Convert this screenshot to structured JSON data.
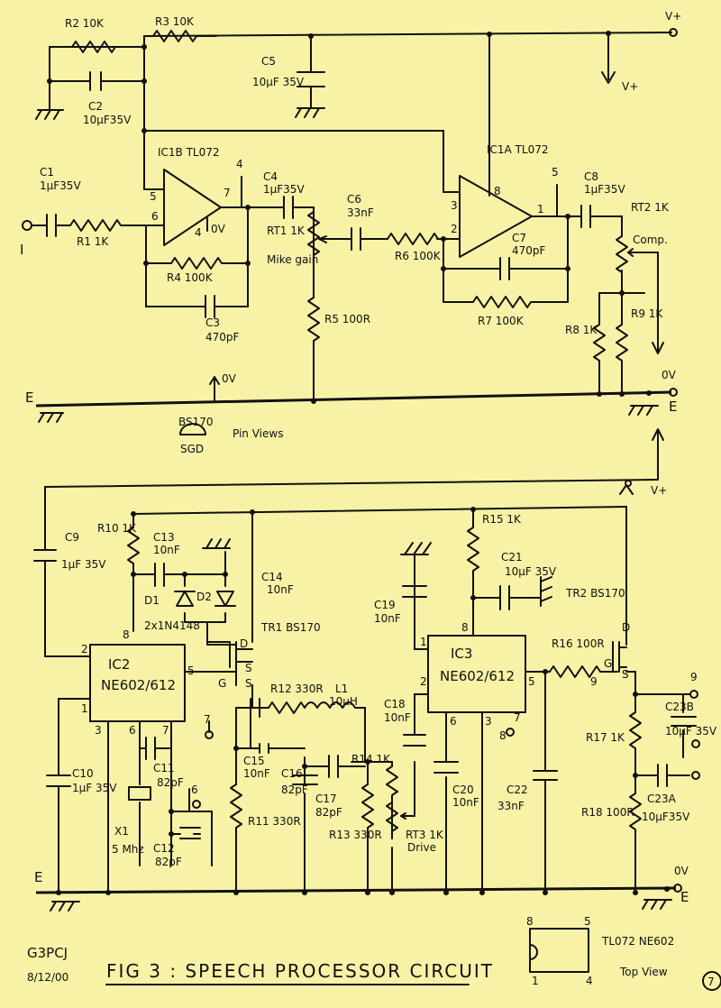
{
  "rails": {
    "vplus": "V+",
    "ground": "E",
    "zero_v": "0V"
  },
  "top_section": {
    "input_label": "I",
    "c1": "C1",
    "c1_value": "1μF35V",
    "r1": "R1 1K",
    "r2": "R2 10K",
    "r3": "R3 10K",
    "c2": "C2",
    "c2_value": "10μF35V",
    "c5": "C5",
    "c5_value": "10μF 35V",
    "ic1b": "IC1B TL072",
    "ic1b_pins": [
      "5",
      "6",
      "7",
      "4"
    ],
    "ic1b_note": "0V",
    "c4": "C4",
    "c4_value": "1μF35V",
    "r4": "R4 100K",
    "c3": "C3",
    "c3_value": "470pF",
    "rt1": "RT1 1K",
    "rt1_note": "Mike gain",
    "r5": "R5 100R",
    "c6": "C6",
    "c6_value": "33nF",
    "r6": "R6 100K",
    "ic1a": "IC1A TL072",
    "ic1a_pins": [
      "3",
      "2",
      "1",
      "8"
    ],
    "ic1a_pin5": "5",
    "c7": "C7",
    "c7_value": "470pF",
    "r7": "R7 100K",
    "c8": "C8",
    "c8_value": "1μF35V",
    "rt2": "RT2 1K",
    "rt2_note": "Comp.",
    "r8": "R8 1K",
    "r9": "R9 1K",
    "pin4": "4",
    "bs170_note": "BS170",
    "sgd": "SGD",
    "pin_views": "Pin Views"
  },
  "bottom_section": {
    "c9": "C9",
    "c9_value": "1μF 35V",
    "r10": "R10 1K",
    "c13": "C13",
    "c13_value": "10nF",
    "d1": "D1",
    "d2": "D2",
    "diodes": "2x1N4148",
    "c14": "C14",
    "c14_value": "10nF",
    "tr1": "TR1 BS170",
    "tr1_pins": [
      "D",
      "S",
      "G",
      "S"
    ],
    "ic2": "IC2",
    "ic2_type": "NE602/612",
    "ic2_pins": [
      "8",
      "2",
      "5",
      "1",
      "3",
      "6",
      "7"
    ],
    "c10": "C10",
    "c10_value": "1μF 35V",
    "c11": "C11",
    "c11_value": "82pF",
    "x1": "X1",
    "x1_value": "5 Mhz",
    "c12": "C12",
    "c12_value": "82pF",
    "pin7": "7",
    "pin6": "6",
    "r12": "R12 330R",
    "l1": "L1",
    "l1_value": "10μH",
    "c15": "C15",
    "c15_value": "10nF",
    "c16": "C16",
    "c16_value": "82pF",
    "c17": "C17",
    "c17_value": "82pF",
    "r11": "R11 330R",
    "r13": "R13 330R",
    "r14": "R14 1K",
    "rt3": "RT3 1K",
    "rt3_note": "Drive",
    "c18": "C18",
    "c18_value": "10nF",
    "c19": "C19",
    "c19_value": "10nF",
    "r15": "R15 1K",
    "c21": "C21",
    "c21_value": "10μF 35V",
    "ic3": "IC3",
    "ic3_type": "NE602/612",
    "ic3_pins": [
      "8",
      "1",
      "2",
      "6",
      "3",
      "7",
      "5"
    ],
    "pin8": "8",
    "c20": "C20",
    "c20_value": "10nF",
    "c22": "C22",
    "c22_value": "33nF",
    "r16": "R16 100R",
    "tr2": "TR2 BS170",
    "tr2_pins": [
      "D",
      "G",
      "S"
    ],
    "pin9a": "9",
    "pin9b": "9",
    "c23b": "C23B",
    "c23b_value": "10μF 35V",
    "r17": "R17 1K",
    "c23a": "C23A",
    "c23a_value": "10μF35V",
    "r18": "R18 100R"
  },
  "footer": {
    "author": "G3PCJ",
    "date": "8/12/00",
    "title": "FIG 3 : SPEECH PROCESSOR CIRCUIT",
    "pkg_pins": [
      "8",
      "5",
      "1",
      "4"
    ],
    "pkg_names": "TL072 NE602",
    "top_view": "Top View",
    "page_number": "7"
  }
}
